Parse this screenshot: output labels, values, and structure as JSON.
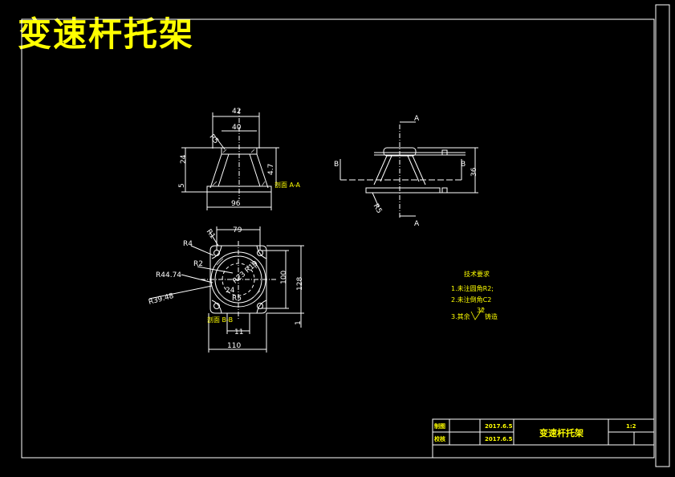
{
  "title": "变速杆托架",
  "front_view": {
    "dim_42": "42",
    "dim_40": "40",
    "dim_r5": "R5",
    "dim_24": "24",
    "dim_4_7": "4.7",
    "dim_5": "5",
    "dim_96": "96",
    "section_label": "剖面 A-A"
  },
  "side_view": {
    "cut_a_top": "A",
    "cut_a_bottom": "A",
    "cut_b_left": "B",
    "cut_b_right": "B",
    "dim_36": "36",
    "dim_r5": "R5"
  },
  "plan_view": {
    "dim_79": "79",
    "dim_r4": "R4",
    "dim_r1": "R1",
    "dim_r2": "R2",
    "dim_r44": "R44.74",
    "dim_r39": "R39.48",
    "dim_r23": "R23",
    "dim_r19": "R19",
    "dim_24": "24",
    "dim_r5": "R5",
    "dim_100": "100",
    "dim_128": "128",
    "dim_1": "1",
    "dim_11": "11",
    "dim_110": "110",
    "section_label": "剖面 B-B"
  },
  "tech_req": {
    "heading": "技术要求",
    "item1": "1.未注圆角R2;",
    "item2": "2.未注倒角C2",
    "item3_prefix": "3.其余",
    "item3_value": "32",
    "item3_suffix": "铸造"
  },
  "title_block": {
    "drawn_label": "制图",
    "checked_label": "校核",
    "date1": "2017.6.5",
    "date2": "2017.6.5",
    "part_name": "变速杆托架",
    "scale": "1:2"
  },
  "colors": {
    "background": "#000000",
    "line": "#ffffff",
    "accent_yellow": "#ffff00",
    "accent_green": "#00ff00"
  }
}
